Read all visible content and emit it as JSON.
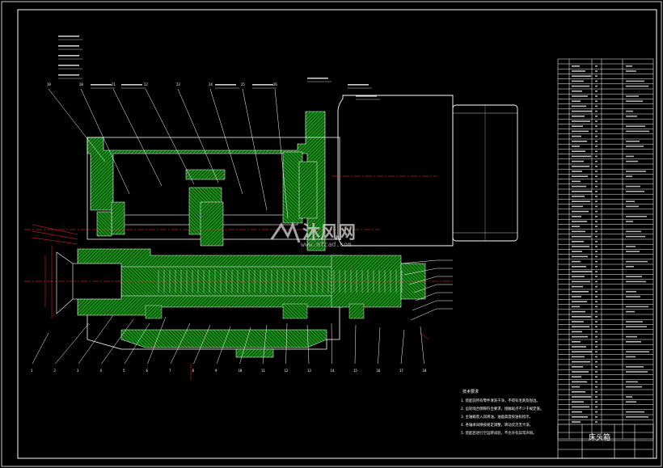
{
  "drawing": {
    "title_block_name": "床头箱",
    "part_numbers": [
      "1",
      "2",
      "3",
      "4",
      "5",
      "6",
      "7",
      "8",
      "9",
      "10",
      "11",
      "12",
      "13",
      "14",
      "15",
      "16",
      "17",
      "18",
      "19",
      "20",
      "21",
      "22",
      "23",
      "24",
      "25",
      "26"
    ],
    "tech_notes": [
      "技术要求",
      "1. 装配前所有零件清洗干净，不得有毛刺及锐边。",
      "2. 齿轮啮合侧隙符合要求，接触斑点不少于规定值。",
      "3. 主轴箱装入润滑油，油面高度按油标指示。",
      "4. 各轴承间隙按规定调整，转动灵活无卡滞。",
      "5. 装配后进行空运转试验，不允许有异常声响。"
    ]
  },
  "watermark": {
    "brand": "沐风网",
    "url": "www.mfcad.com"
  },
  "colors": {
    "background": "#000000",
    "outline": "#ffffff",
    "hatch": "#1fbf1f",
    "dimension": "#ff2a2a",
    "centerline": "#ff3333"
  }
}
